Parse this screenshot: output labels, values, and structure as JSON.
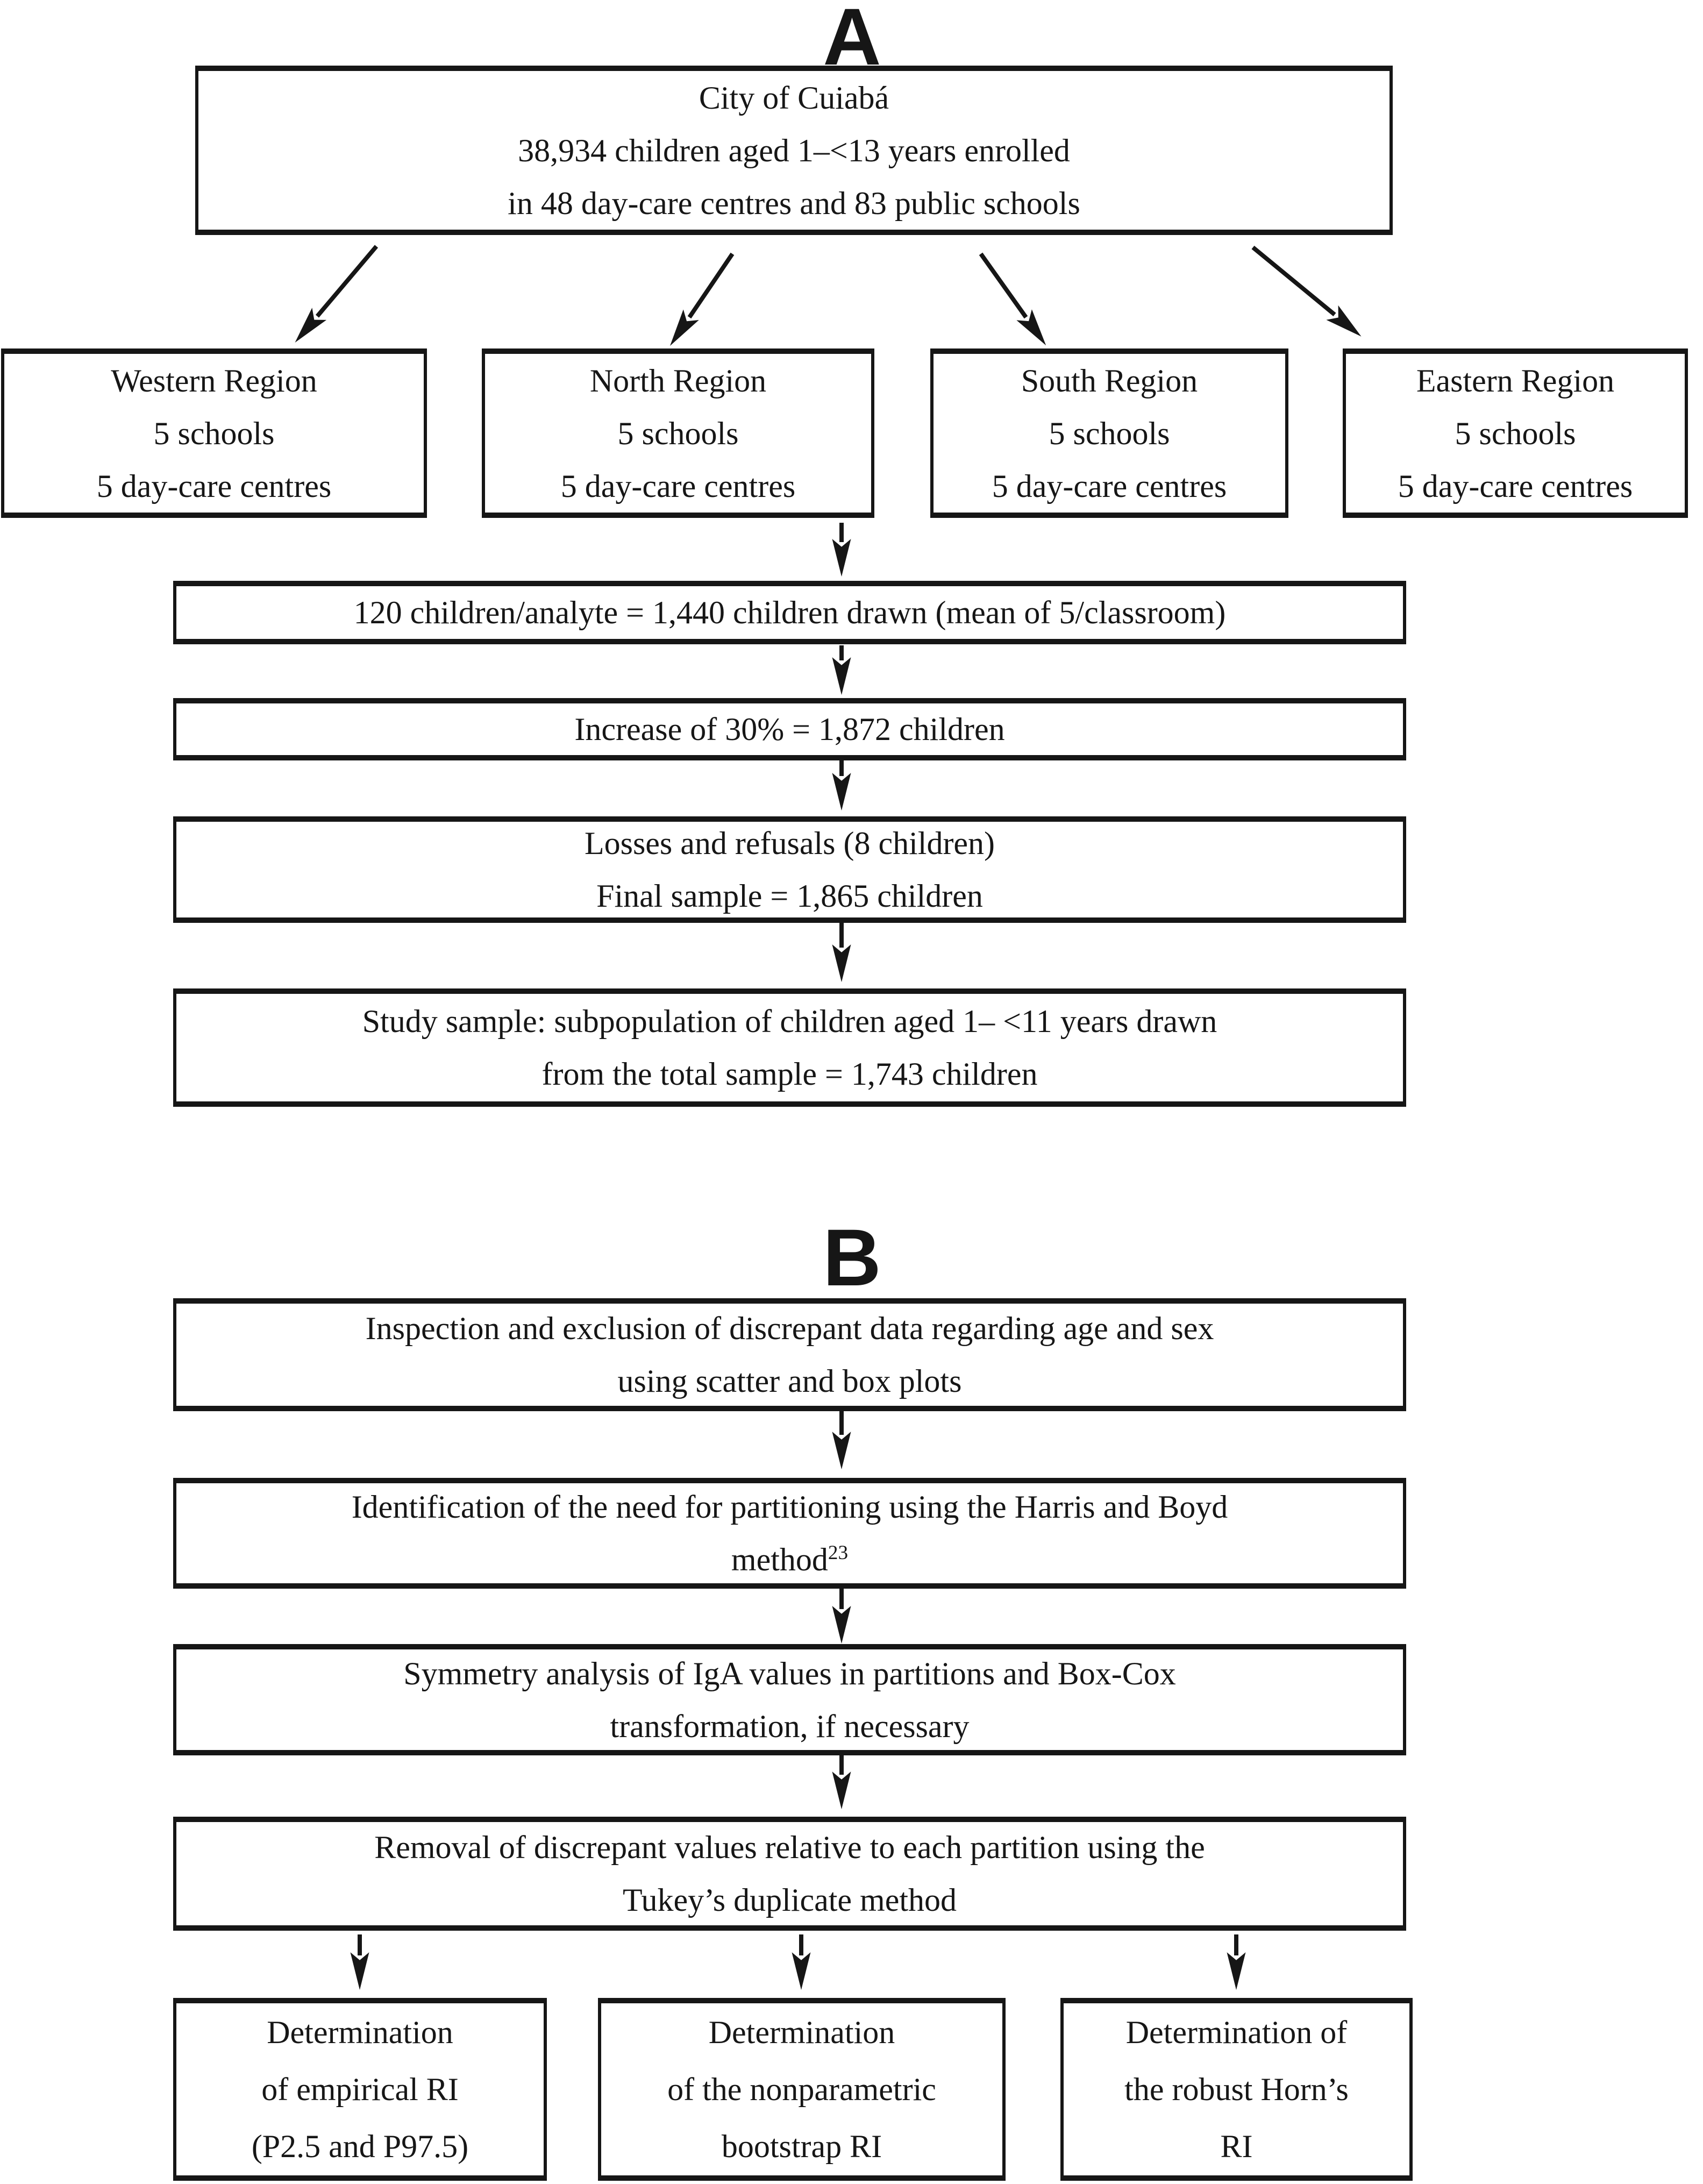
{
  "colors": {
    "ink": "#161616",
    "background": "#ffffff"
  },
  "panel_a": {
    "label": "A",
    "source_box": {
      "lines": [
        "City of Cuiabá",
        "38,934 children aged 1–<13 years enrolled",
        "in 48 day-care centres and 83 public schools"
      ]
    },
    "regions": [
      {
        "lines": [
          "Western Region",
          "5 schools",
          "5 day-care centres"
        ]
      },
      {
        "lines": [
          "North Region",
          "5 schools",
          "5 day-care centres"
        ]
      },
      {
        "lines": [
          "South Region",
          "5 schools",
          "5 day-care centres"
        ]
      },
      {
        "lines": [
          "Eastern Region",
          "5 schools",
          "5 day-care centres"
        ]
      }
    ],
    "steps": [
      {
        "lines": [
          "120 children/analyte = 1,440 children drawn (mean of 5/classroom)"
        ]
      },
      {
        "lines": [
          "Increase of 30% = 1,872 children"
        ]
      },
      {
        "lines": [
          "Losses and refusals (8 children)",
          "Final sample = 1,865 children"
        ]
      },
      {
        "lines": [
          "Study sample: subpopulation of children aged 1– <11 years drawn",
          "from the total sample = 1,743 children"
        ]
      }
    ]
  },
  "panel_b": {
    "label": "B",
    "steps": [
      {
        "lines": [
          "Inspection and exclusion of discrepant data regarding age and sex",
          "using scatter and box plots"
        ]
      },
      {
        "lines": [
          "Identification of the need for partitioning using the Harris and Boyd",
          "method"
        ],
        "reference_superscript": "23"
      },
      {
        "lines": [
          "Symmetry analysis of IgA values in partitions and Box-Cox",
          "transformation, if necessary"
        ]
      },
      {
        "lines": [
          "Removal of discrepant values relative to each partition using the",
          "Tukey’s duplicate method"
        ]
      }
    ],
    "outputs": [
      {
        "lines": [
          "Determination",
          "of empirical RI",
          "(P2.5 and P97.5)"
        ]
      },
      {
        "lines": [
          "Determination",
          "of the nonparametric",
          "bootstrap RI"
        ]
      },
      {
        "lines": [
          "Determination of",
          "the robust Horn’s",
          "RI"
        ]
      }
    ]
  }
}
